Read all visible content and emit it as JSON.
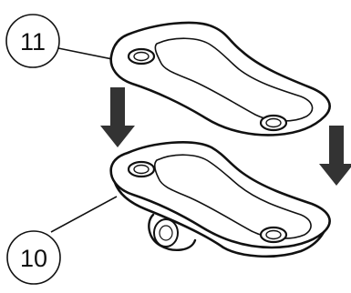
{
  "diagram": {
    "callouts": [
      {
        "id": "upper-part",
        "label": "11"
      },
      {
        "id": "lower-part",
        "label": "10"
      }
    ],
    "assembly_direction": "down",
    "colors": {
      "ink": "#111111",
      "paper": "#ffffff",
      "arrow": "#333333"
    }
  }
}
